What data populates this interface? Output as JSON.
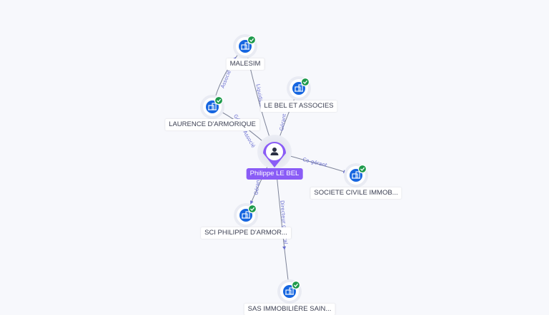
{
  "center": {
    "name": "Philippe LE BEL",
    "icon": "person-icon",
    "color": "#8a5cf6"
  },
  "companies": [
    {
      "id": "malesim",
      "name": "MALESIM",
      "icon": "building-icon",
      "verified": true
    },
    {
      "id": "le-bel-et-associes",
      "name": "LE BEL ET ASSOCIES",
      "icon": "building-icon",
      "verified": true
    },
    {
      "id": "laurence-darmorique",
      "name": "LAURENCE D'ARMORIQUE",
      "icon": "building-icon",
      "verified": true
    },
    {
      "id": "societe-civile-immob",
      "name": "SOCIETE CIVILE IMMOB...",
      "icon": "building-icon",
      "verified": true
    },
    {
      "id": "sci-philippe-darmor",
      "name": "SCI PHILIPPE D'ARMOR...",
      "icon": "building-icon",
      "verified": true
    },
    {
      "id": "sas-immobiliere-sain",
      "name": "SAS IMMOBILIÈRE SAIN...",
      "icon": "building-icon",
      "verified": true
    }
  ],
  "edges": [
    {
      "id": "e-malesim-liq",
      "label": "Liquidateur",
      "arrow": true
    },
    {
      "id": "e-malesim-assoc",
      "label": "Associé",
      "arrow": true
    },
    {
      "id": "e-lebel",
      "label": "Gérant",
      "arrow": false
    },
    {
      "id": "e-laurence",
      "label": "Gérant Associé",
      "arrow": false
    },
    {
      "id": "e-societe",
      "label": "Co-gérant",
      "arrow": true
    },
    {
      "id": "e-sci",
      "label": "Gérant",
      "arrow": true
    },
    {
      "id": "e-sas",
      "label": "Directeur général",
      "arrow": true
    }
  ],
  "colors": {
    "company_icon": "#1565e0",
    "verified_badge": "#1d9a4b",
    "edge": "#7e8499",
    "edge_label": "#6a6fd0"
  }
}
